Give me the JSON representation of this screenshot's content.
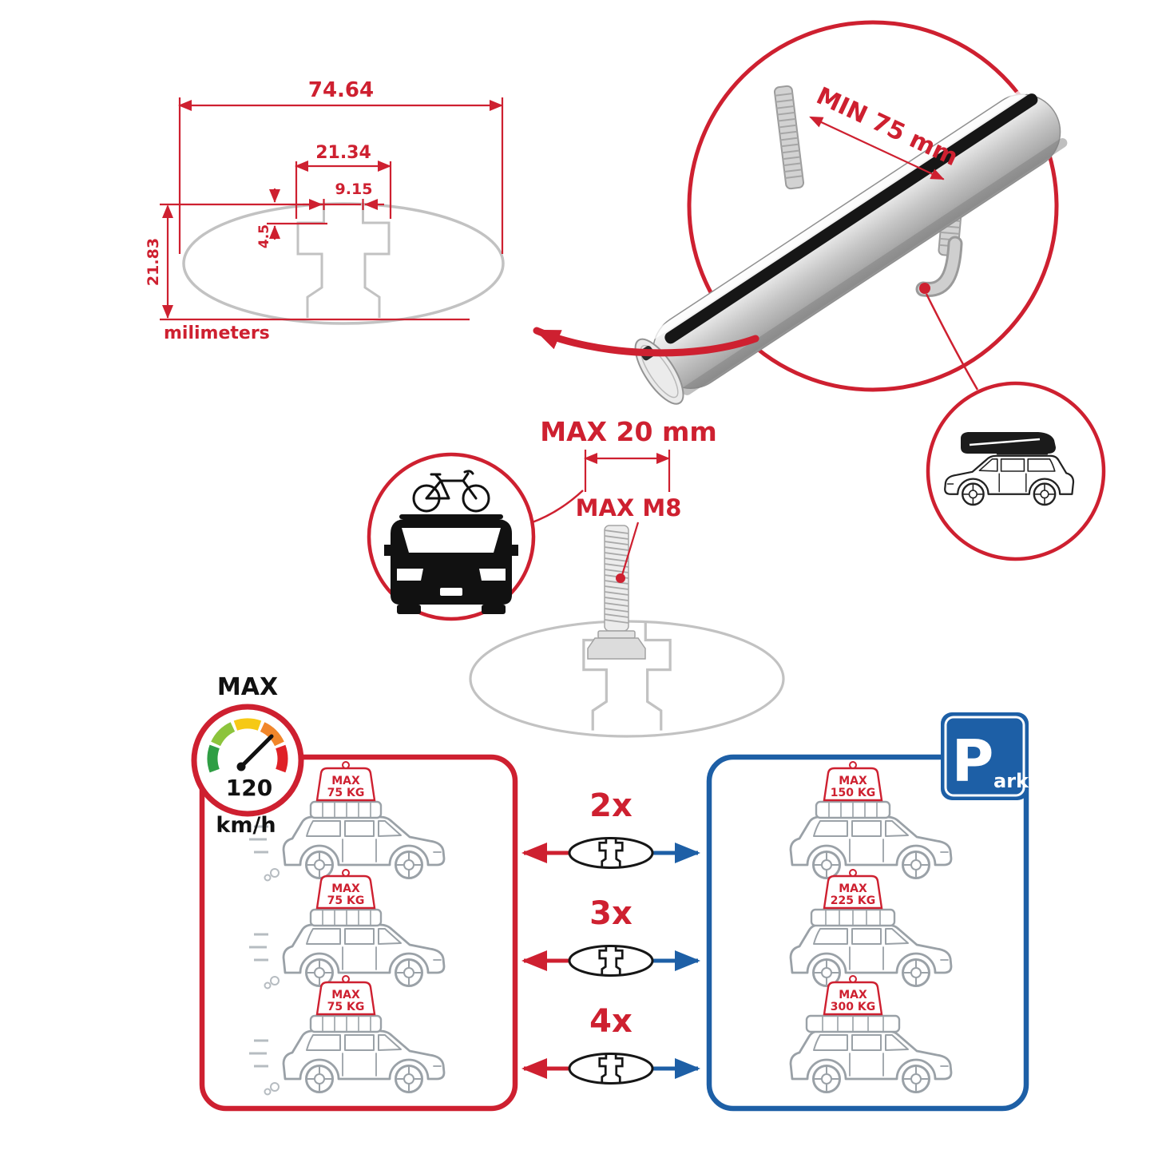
{
  "colors": {
    "red": "#ce2030",
    "blue": "#1d5fa6",
    "gray": "#c2c2c2",
    "ink": "#161616",
    "car_gray": "#9aa1a7"
  },
  "cross_section": {
    "dim_overall": "74.64",
    "dim_channel": "21.34",
    "dim_slot": "9.15",
    "dim_lip": "4.5",
    "dim_height": "21.83",
    "units": "milimeters"
  },
  "bar_inset": {
    "min_span": "MIN 75 mm"
  },
  "bolt": {
    "max_width": "MAX 20 mm",
    "max_thread": "MAX M8"
  },
  "speedometer": {
    "label": "MAX",
    "value": "120",
    "unit": "km/h"
  },
  "parking": {
    "letter": "P",
    "suffix": "ark"
  },
  "capacity": {
    "left_rows": [
      {
        "tag": "MAX",
        "kg": "75 KG"
      },
      {
        "tag": "MAX",
        "kg": "75 KG"
      },
      {
        "tag": "MAX",
        "kg": "75 KG"
      }
    ],
    "right_rows": [
      {
        "tag": "MAX",
        "kg": "150 KG"
      },
      {
        "tag": "MAX",
        "kg": "225 KG"
      },
      {
        "tag": "MAX",
        "kg": "300 KG"
      }
    ],
    "multipliers": [
      {
        "label": "2x"
      },
      {
        "label": "3x"
      },
      {
        "label": "4x"
      }
    ]
  }
}
